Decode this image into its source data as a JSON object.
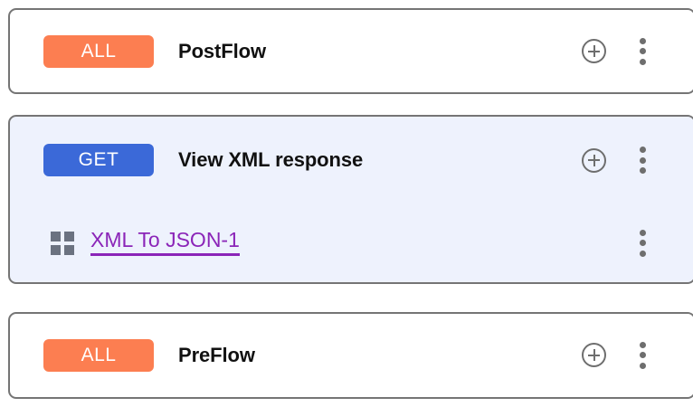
{
  "theme": {
    "card_border": "#757575",
    "card_bg": "#ffffff",
    "card_selected_bg": "#eef2fd",
    "badge_all_bg": "#fc7e51",
    "badge_get_bg": "#3b69d8",
    "badge_text": "#ffffff",
    "title_text": "#111111",
    "link_purple": "#8b25b8",
    "icon_gray": "#6e6e6e",
    "grid_icon_gray": "#6b7280"
  },
  "flows": [
    {
      "id": "postflow",
      "selected": false,
      "badge": {
        "label": "ALL",
        "kind": "all"
      },
      "title": "PostFlow",
      "actions": {
        "add": "add-icon",
        "menu": "more-options-icon"
      }
    },
    {
      "id": "view-xml-response",
      "selected": true,
      "badge": {
        "label": "GET",
        "kind": "get"
      },
      "title": "View XML response",
      "actions": {
        "add": "add-icon",
        "menu": "more-options-icon"
      },
      "step": {
        "icon": "grid-icon",
        "label": "XML To JSON-1",
        "actions": {
          "menu": "more-options-icon"
        }
      }
    },
    {
      "id": "preflow",
      "selected": false,
      "badge": {
        "label": "ALL",
        "kind": "all"
      },
      "title": "PreFlow",
      "actions": {
        "add": "add-icon",
        "menu": "more-options-icon"
      }
    }
  ]
}
